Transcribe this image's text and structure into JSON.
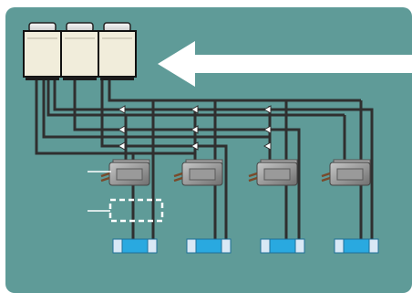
{
  "diagram": {
    "colors": {
      "panel": "#5f9b98",
      "pipe": "#2f2f2f",
      "arrow": "#ffffff",
      "outdoor_unit": "#f1eddb",
      "indoor_unit": "#8f8f8f",
      "sensor_fill": "#29a9e0",
      "sensor_end": "#d9e8f5",
      "dashed_box": "#ffffff"
    },
    "outdoor_unit": {
      "modules": 3
    },
    "indoor_units": {
      "count": 4
    },
    "sensors": {
      "count": 4
    },
    "branch_levels": 3
  }
}
